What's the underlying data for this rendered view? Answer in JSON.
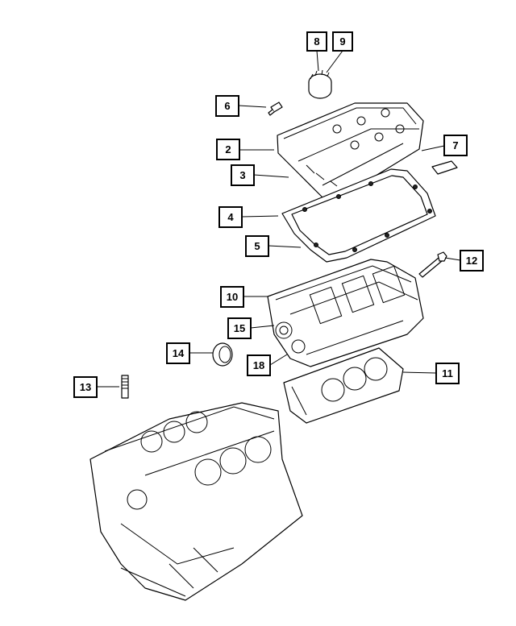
{
  "callouts": [
    {
      "id": "1",
      "label": "8"
    },
    {
      "id": "2",
      "label": "9"
    },
    {
      "id": "3",
      "label": "6"
    },
    {
      "id": "4",
      "label": "2"
    },
    {
      "id": "5",
      "label": "7"
    },
    {
      "id": "6",
      "label": "3"
    },
    {
      "id": "7",
      "label": "4"
    },
    {
      "id": "8",
      "label": "5"
    },
    {
      "id": "9",
      "label": "12"
    },
    {
      "id": "10",
      "label": "10"
    },
    {
      "id": "11",
      "label": "15"
    },
    {
      "id": "12",
      "label": "14"
    },
    {
      "id": "13",
      "label": "18"
    },
    {
      "id": "14",
      "label": "11"
    },
    {
      "id": "15",
      "label": "13"
    }
  ],
  "colors": {
    "line": "#000000",
    "background": "#ffffff"
  }
}
